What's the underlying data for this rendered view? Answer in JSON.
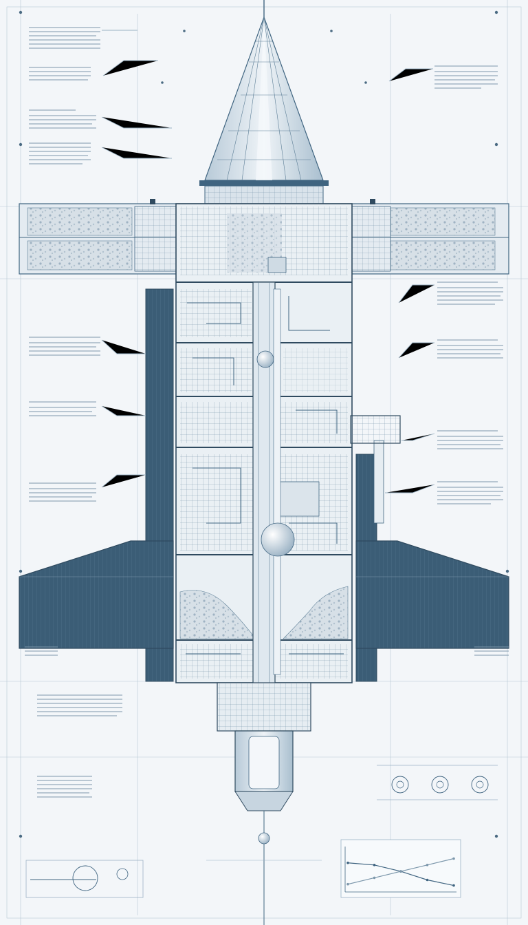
{
  "palette": {
    "paper": "#f3f6f9",
    "line": "#3f6480",
    "line_light": "#9ab2c4",
    "panel_dark": "#3b5d76",
    "glass": "#dfe8ef",
    "rock": "#c9d4dd"
  },
  "drawing": {
    "kind": "blueprint-cutaway",
    "annotation_text_legible": false,
    "left_callout_blocks": 10,
    "right_callout_blocks": 6,
    "detail_insets": [
      "valve-detail-row",
      "performance-chart",
      "cross-section-schematic"
    ]
  },
  "chart_data": {
    "type": "line",
    "legible_text": false,
    "series": [
      {
        "values": [
          0.65,
          0.6,
          0.45,
          0.25,
          0.12
        ]
      },
      {
        "values": [
          0.15,
          0.3,
          0.45,
          0.6,
          0.75
        ]
      }
    ]
  }
}
